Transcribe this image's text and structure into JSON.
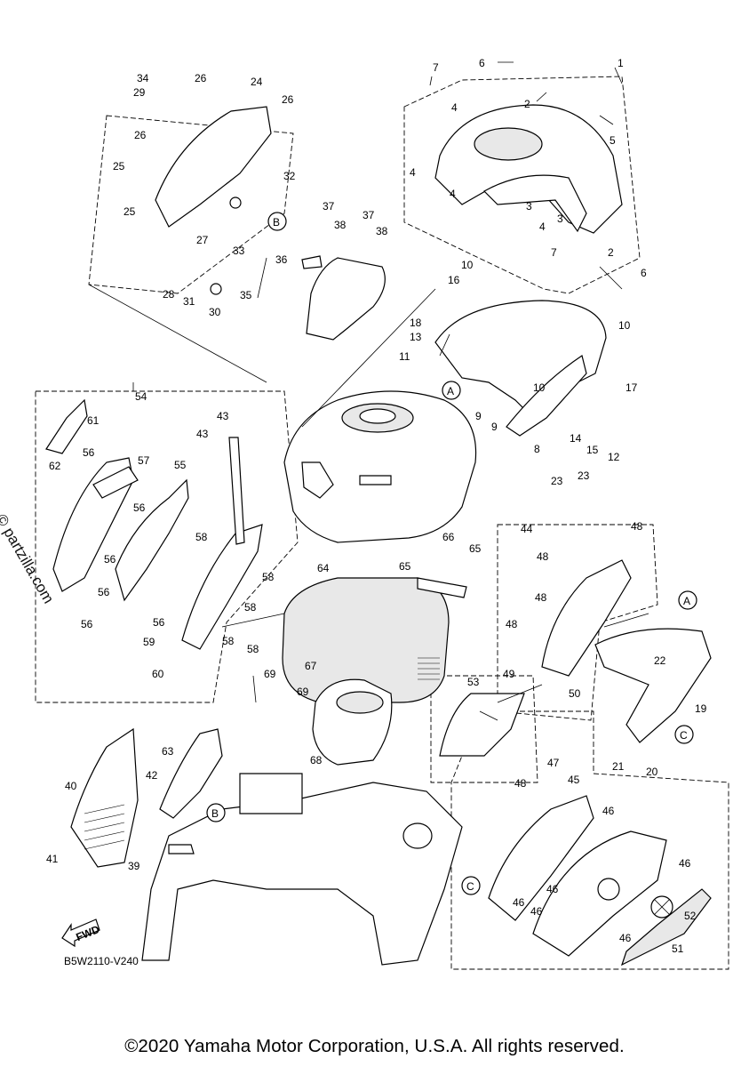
{
  "watermark": "© partzilla.com",
  "diagram_code": "B5W2110-V240",
  "copyright": "©2020 Yamaha Motor Corporation, U.S.A. All rights reserved.",
  "fwd_label": "FWD",
  "callouts": [
    {
      "id": "c1",
      "label": "1"
    },
    {
      "id": "c2a",
      "label": "2"
    },
    {
      "id": "c2b",
      "label": "2"
    },
    {
      "id": "c3a",
      "label": "3"
    },
    {
      "id": "c3b",
      "label": "3"
    },
    {
      "id": "c4a",
      "label": "4"
    },
    {
      "id": "c4b",
      "label": "4"
    },
    {
      "id": "c4c",
      "label": "4"
    },
    {
      "id": "c4d",
      "label": "4"
    },
    {
      "id": "c5",
      "label": "5"
    },
    {
      "id": "c6a",
      "label": "6"
    },
    {
      "id": "c6b",
      "label": "6"
    },
    {
      "id": "c7a",
      "label": "7"
    },
    {
      "id": "c7b",
      "label": "7"
    },
    {
      "id": "c8",
      "label": "8"
    },
    {
      "id": "c9a",
      "label": "9"
    },
    {
      "id": "c9b",
      "label": "9"
    },
    {
      "id": "c10a",
      "label": "10"
    },
    {
      "id": "c10b",
      "label": "10"
    },
    {
      "id": "c10c",
      "label": "10"
    },
    {
      "id": "c11",
      "label": "11"
    },
    {
      "id": "c12",
      "label": "12"
    },
    {
      "id": "c13",
      "label": "13"
    },
    {
      "id": "c14",
      "label": "14"
    },
    {
      "id": "c15",
      "label": "15"
    },
    {
      "id": "c16",
      "label": "16"
    },
    {
      "id": "c17",
      "label": "17"
    },
    {
      "id": "c18",
      "label": "18"
    },
    {
      "id": "c19",
      "label": "19"
    },
    {
      "id": "c20",
      "label": "20"
    },
    {
      "id": "c21",
      "label": "21"
    },
    {
      "id": "c22",
      "label": "22"
    },
    {
      "id": "c23a",
      "label": "23"
    },
    {
      "id": "c23b",
      "label": "23"
    },
    {
      "id": "c24",
      "label": "24"
    },
    {
      "id": "c25a",
      "label": "25"
    },
    {
      "id": "c25b",
      "label": "25"
    },
    {
      "id": "c26a",
      "label": "26"
    },
    {
      "id": "c26b",
      "label": "26"
    },
    {
      "id": "c26c",
      "label": "26"
    },
    {
      "id": "c27",
      "label": "27"
    },
    {
      "id": "c28",
      "label": "28"
    },
    {
      "id": "c29",
      "label": "29"
    },
    {
      "id": "c30",
      "label": "30"
    },
    {
      "id": "c31",
      "label": "31"
    },
    {
      "id": "c32",
      "label": "32"
    },
    {
      "id": "c33",
      "label": "33"
    },
    {
      "id": "c34",
      "label": "34"
    },
    {
      "id": "c35",
      "label": "35"
    },
    {
      "id": "c36",
      "label": "36"
    },
    {
      "id": "c37a",
      "label": "37"
    },
    {
      "id": "c37b",
      "label": "37"
    },
    {
      "id": "c38a",
      "label": "38"
    },
    {
      "id": "c38b",
      "label": "38"
    },
    {
      "id": "c39",
      "label": "39"
    },
    {
      "id": "c40",
      "label": "40"
    },
    {
      "id": "c41",
      "label": "41"
    },
    {
      "id": "c42",
      "label": "42"
    },
    {
      "id": "c43a",
      "label": "43"
    },
    {
      "id": "c43b",
      "label": "43"
    },
    {
      "id": "c44",
      "label": "44"
    },
    {
      "id": "c45",
      "label": "45"
    },
    {
      "id": "c46a",
      "label": "46"
    },
    {
      "id": "c46b",
      "label": "46"
    },
    {
      "id": "c46c",
      "label": "46"
    },
    {
      "id": "c46d",
      "label": "46"
    },
    {
      "id": "c46e",
      "label": "46"
    },
    {
      "id": "c46f",
      "label": "46"
    },
    {
      "id": "c47",
      "label": "47"
    },
    {
      "id": "c48a",
      "label": "48"
    },
    {
      "id": "c48b",
      "label": "48"
    },
    {
      "id": "c48c",
      "label": "48"
    },
    {
      "id": "c48d",
      "label": "48"
    },
    {
      "id": "c48e",
      "label": "48"
    },
    {
      "id": "c49",
      "label": "49"
    },
    {
      "id": "c50",
      "label": "50"
    },
    {
      "id": "c51",
      "label": "51"
    },
    {
      "id": "c52",
      "label": "52"
    },
    {
      "id": "c53",
      "label": "53"
    },
    {
      "id": "c54",
      "label": "54"
    },
    {
      "id": "c55",
      "label": "55"
    },
    {
      "id": "c56a",
      "label": "56"
    },
    {
      "id": "c56b",
      "label": "56"
    },
    {
      "id": "c56c",
      "label": "56"
    },
    {
      "id": "c56d",
      "label": "56"
    },
    {
      "id": "c56e",
      "label": "56"
    },
    {
      "id": "c56f",
      "label": "56"
    },
    {
      "id": "c57",
      "label": "57"
    },
    {
      "id": "c58a",
      "label": "58"
    },
    {
      "id": "c58b",
      "label": "58"
    },
    {
      "id": "c58c",
      "label": "58"
    },
    {
      "id": "c58d",
      "label": "58"
    },
    {
      "id": "c58e",
      "label": "58"
    },
    {
      "id": "c59",
      "label": "59"
    },
    {
      "id": "c60",
      "label": "60"
    },
    {
      "id": "c61",
      "label": "61"
    },
    {
      "id": "c62",
      "label": "62"
    },
    {
      "id": "c63",
      "label": "63"
    },
    {
      "id": "c64",
      "label": "64"
    },
    {
      "id": "c65a",
      "label": "65"
    },
    {
      "id": "c65b",
      "label": "65"
    },
    {
      "id": "c66",
      "label": "66"
    },
    {
      "id": "c67",
      "label": "67"
    },
    {
      "id": "c68",
      "label": "68"
    },
    {
      "id": "c69a",
      "label": "69"
    },
    {
      "id": "c69b",
      "label": "69"
    }
  ],
  "ref_markers": [
    {
      "id": "rA1",
      "label": "A"
    },
    {
      "id": "rA2",
      "label": "A"
    },
    {
      "id": "rB1",
      "label": "B"
    },
    {
      "id": "rB2",
      "label": "B"
    },
    {
      "id": "rC1",
      "label": "C"
    },
    {
      "id": "rC2",
      "label": "C"
    }
  ]
}
